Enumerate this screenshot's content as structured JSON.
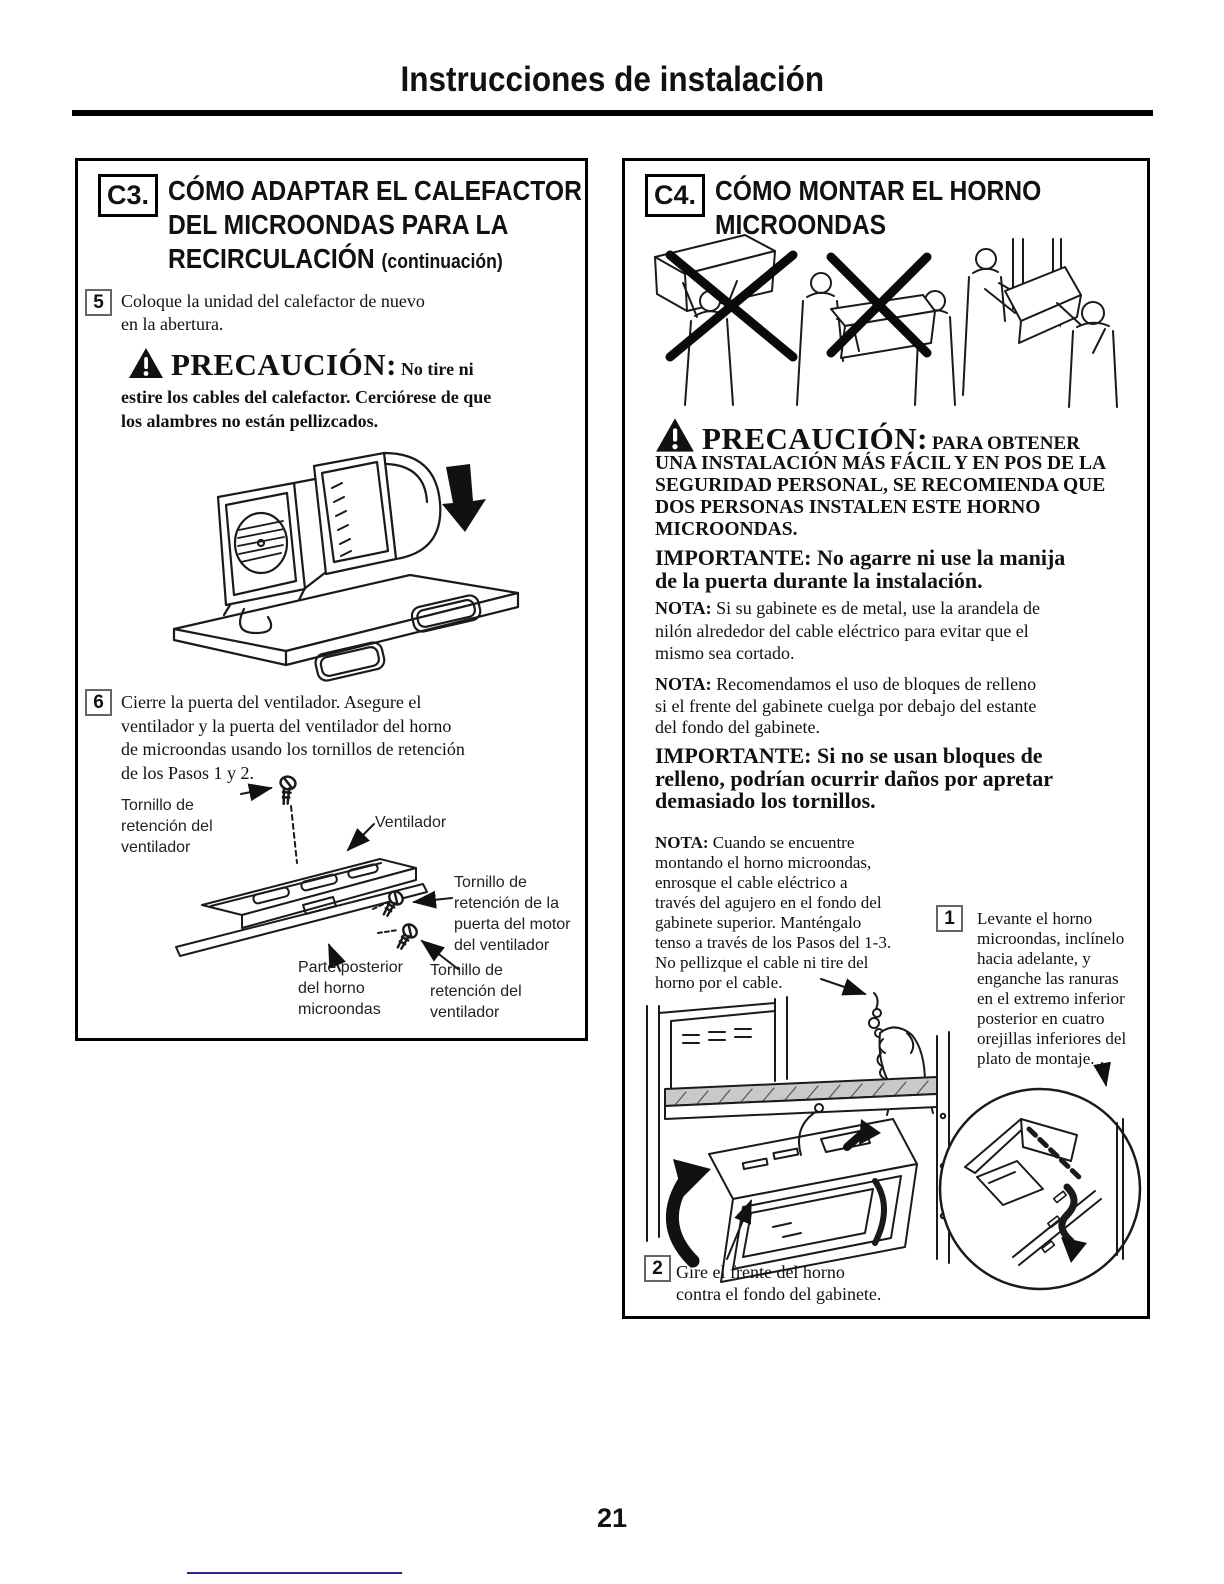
{
  "page": {
    "title": "Instrucciones de instalación",
    "page_number": "21"
  },
  "c3": {
    "label": "C3.",
    "title_lines": [
      "CÓMO ADAPTAR EL CALEFACTOR",
      "DEL MICROONDAS PARA LA",
      "RECIRCULACIÓN"
    ],
    "title_suffix": "(continuación)",
    "step5": {
      "number": "5",
      "lines": [
        "Coloque la unidad del calefactor de nuevo",
        "en la abertura."
      ]
    },
    "caution": {
      "heading": "PRECAUCIÓN:",
      "lead": "No tire ni",
      "lines": [
        "estire los cables del calefactor. Cerciórese de que",
        "los alambres no están pellizcados."
      ]
    },
    "step6": {
      "number": "6",
      "lines": [
        "Cierre la puerta del ventilador. Asegure el",
        "ventilador y la puerta del ventilador del horno",
        "de microondas usando los tornillos de retención",
        "de los Pasos 1 y 2."
      ]
    },
    "labels": {
      "fan_screw_top": "Tornillo de retención del ventilador",
      "fan": "Ventilador",
      "motor_door_screw": "Tornillo de retención de la puerta del motor del ventilador",
      "oven_back": "Parte posterior del horno microondas",
      "fan_screw_bottom": "Tornillo de retención del ventilador"
    }
  },
  "c4": {
    "label": "C4.",
    "title_lines": [
      "CÓMO MONTAR EL HORNO",
      "MICROONDAS"
    ],
    "caution": {
      "heading": "PRECAUCIÓN:",
      "lead": "PARA OBTENER",
      "lines": [
        "UNA INSTALACIÓN MÁS FÁCIL Y EN POS DE LA",
        "SEGURIDAD PERSONAL, SE RECOMIENDA QUE",
        "DOS PERSONAS INSTALEN ESTE HORNO",
        "MICROONDAS."
      ]
    },
    "important1": [
      "IMPORTANTE: No agarre ni use la manija",
      "de la puerta durante la instalación."
    ],
    "nota_label": "NOTA:",
    "nota1": [
      "Si su gabinete es de metal, use la arandela de",
      "nilón alrededor del cable eléctrico para evitar que el",
      "mismo sea cortado."
    ],
    "nota2": [
      "Recomendamos el uso de bloques de relleno",
      "si el frente del gabinete cuelga por debajo del estante",
      "del fondo del gabinete."
    ],
    "important2": [
      "IMPORTANTE: Si no se usan bloques de",
      "relleno, podrían ocurrir daños por apretar",
      "demasiado los tornillos."
    ],
    "nota3": [
      "Cuando se encuentre",
      "montando el horno microondas,",
      "enrosque el cable eléctrico a",
      "través del agujero en el fondo del",
      "gabinete superior. Manténgalo",
      "tenso a través de los Pasos del 1-3.",
      "No pellizque el cable ni tire del",
      "horno por el cable."
    ],
    "step1": {
      "number": "1",
      "lines": [
        "Levante el horno",
        "microondas, inclínelo",
        "hacia adelante, y",
        "enganche las ranuras",
        "en el extremo inferior",
        "posterior en cuatro",
        "orejillas inferiores del",
        "plato de montaje."
      ]
    },
    "step2": {
      "number": "2",
      "lines": [
        "Gire el frente del horno",
        "contra el fondo del gabinete."
      ]
    }
  }
}
